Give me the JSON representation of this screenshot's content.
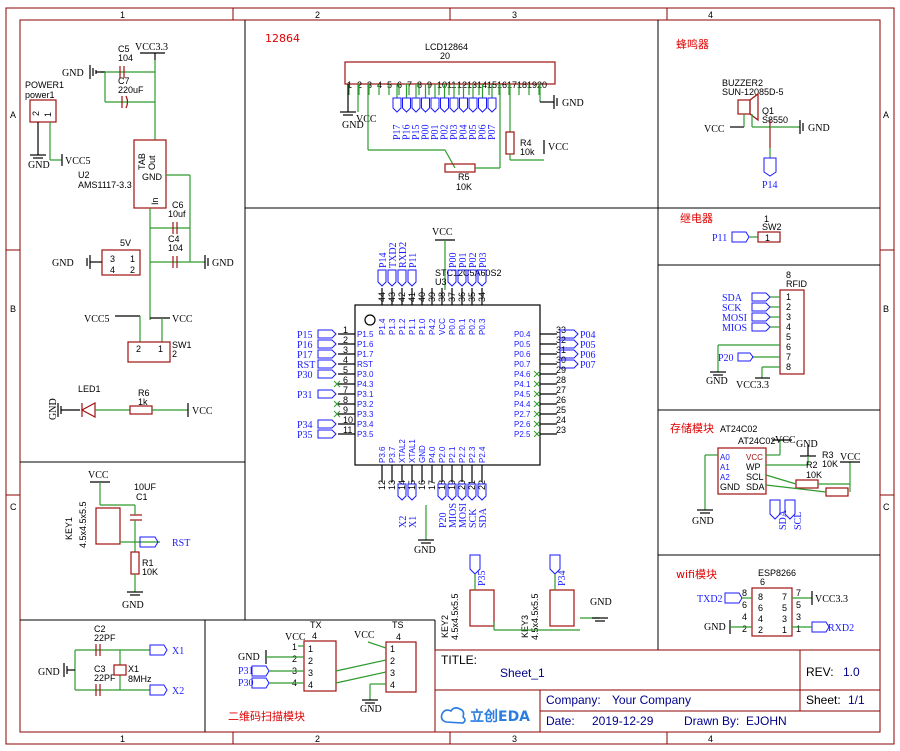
{
  "grid": {
    "cols": [
      "1",
      "2",
      "3",
      "4"
    ],
    "rows": [
      "A",
      "B",
      "C"
    ]
  },
  "titles": {
    "lcd": "12864",
    "buzzer": "蜂鸣器",
    "relay": "继电器",
    "storage": "存储模块",
    "wifi": "wifi模块",
    "qr": "二维码扫描模块"
  },
  "power": {
    "vcc33": "VCC3.3",
    "gnd": "GND",
    "vcc5": "VCC5",
    "vcc": "VCC",
    "c5": "C5",
    "c5v": "104",
    "c7": "C7",
    "c7v": "220uF",
    "power1": "POWER1",
    "power1v": "power1",
    "u2": "U2",
    "u2v": "AMS1117-3.3",
    "tab": "TAB",
    "out": "Out",
    "in": "In",
    "c6": "C6",
    "c6v": "10uf",
    "c4": "C4",
    "c4v": "104",
    "sw": "5V",
    "sw1": "SW1",
    "led1": "LED1",
    "r6": "R6",
    "r6v": "1k"
  },
  "reset": {
    "key1": "KEY1",
    "key1v": "4.5x4.5x5.5",
    "c1": "C1",
    "c1v": "10UF",
    "r1": "R1",
    "r1v": "10K",
    "rst": "RST"
  },
  "crystal": {
    "c2": "C2",
    "c2v": "22PF",
    "c3": "C3",
    "c3v": "22PF",
    "x1": "X1",
    "x1v": "8MHz",
    "n1": "X1",
    "n2": "X2"
  },
  "lcd": {
    "name": "LCD12864",
    "pins": "20",
    "r5": "R5",
    "r5v": "10K",
    "r4": "R4",
    "r4v": "10k",
    "nets": [
      "P17",
      "P16",
      "P15",
      "P00",
      "P01",
      "P02",
      "P03",
      "P04",
      "P05",
      "P06",
      "P07"
    ]
  },
  "mcu": {
    "name": "STC12C5A60S2",
    "ref": "U3",
    "left": [
      "P15",
      "P16",
      "P17",
      "RST",
      "P30",
      "",
      "P31",
      "",
      "",
      "P34",
      "P35"
    ],
    "leftpins": [
      "P1.5",
      "P1.6",
      "P1.7",
      "RST",
      "P3.0",
      "P4.3",
      "P3.1",
      "P3.2",
      "P3.3",
      "P3.4",
      "P3.5"
    ],
    "right": [
      "P04",
      "P05",
      "P06",
      "P07"
    ],
    "rightpins": [
      "P0.4",
      "P0.5",
      "P0.6",
      "P0.7",
      "P4.6",
      "P4.1",
      "P4.5",
      "P4.4",
      "P2.7",
      "P2.6",
      "P2.5"
    ],
    "top": [
      "P14",
      "TXD2",
      "RXD2",
      "P11",
      "",
      "",
      "P00",
      "P01",
      "P02",
      "P03"
    ],
    "toppins": [
      "P1.4",
      "P1.3",
      "P1.2",
      "P1.1",
      "P1.0",
      "P4.2",
      "VCC",
      "P0.0",
      "P0.1",
      "P0.2",
      "P0.3"
    ],
    "bottompins": [
      "P3.6",
      "P3.7",
      "XTAL2",
      "XTAL1",
      "GND",
      "P4.0",
      "P2.0",
      "P2.1",
      "P2.2",
      "P2.3",
      "P2.4"
    ],
    "bottom": [
      "X2",
      "X1",
      "",
      "P20",
      "MIOS",
      "MOSI",
      "SCK",
      "SDA"
    ]
  },
  "buzzer": {
    "name": "BUZZER2",
    "part": "SUN-12085D-5",
    "q1": "Q1",
    "q1v": "S8550",
    "net": "P14"
  },
  "relay": {
    "name": "SW2",
    "net": "P11"
  },
  "rfid": {
    "name": "RFID",
    "pins": "8",
    "nets": [
      "SDA",
      "SCK",
      "MOSI",
      "MIOS",
      "",
      "",
      "P20",
      ""
    ]
  },
  "eeprom": {
    "name": "AT24C02",
    "part": "AT24C02",
    "r2": "R2",
    "r2v": "10K",
    "r3": "R3",
    "r3v": "10K",
    "pins": [
      "A0",
      "A1",
      "A2",
      "GND",
      "VCC",
      "WP",
      "SCL",
      "SDA"
    ],
    "n1": "SDA",
    "n2": "SCL"
  },
  "keys": {
    "key2": "KEY2",
    "key3": "KEY3",
    "kv": "4.5x4.5x5.5",
    "n2": "P35",
    "n3": "P34"
  },
  "wifi": {
    "name": "ESP8266",
    "pins": "6",
    "txd": "TXD2",
    "rxd": "RXD2"
  },
  "qr": {
    "tx": "TX",
    "ts": "TS",
    "p31": "P31",
    "p30": "P30"
  },
  "title_block": {
    "title_label": "TITLE:",
    "title": "Sheet_1",
    "rev_label": "REV:",
    "rev": "1.0",
    "company_label": "Company:",
    "company": "Your Company",
    "sheet_label": "Sheet:",
    "sheet": "1/1",
    "date_label": "Date:",
    "date": "2019-12-29",
    "drawn_label": "Drawn By:",
    "drawn": "EJOHN",
    "logo": "立创EDA"
  }
}
